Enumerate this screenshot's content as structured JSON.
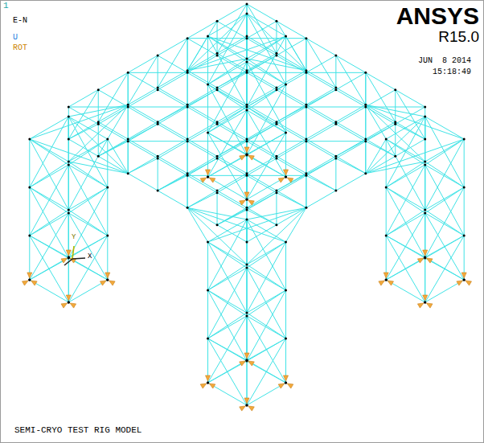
{
  "diagram": {
    "labels": [
      "1",
      "E-N",
      "U",
      "ROT",
      "ANSYS",
      "R15.0",
      "JUN  8 2014",
      "15:18:49",
      "Y",
      "X",
      "SEMI-CRYO TEST RIG MODEL"
    ]
  }
}
